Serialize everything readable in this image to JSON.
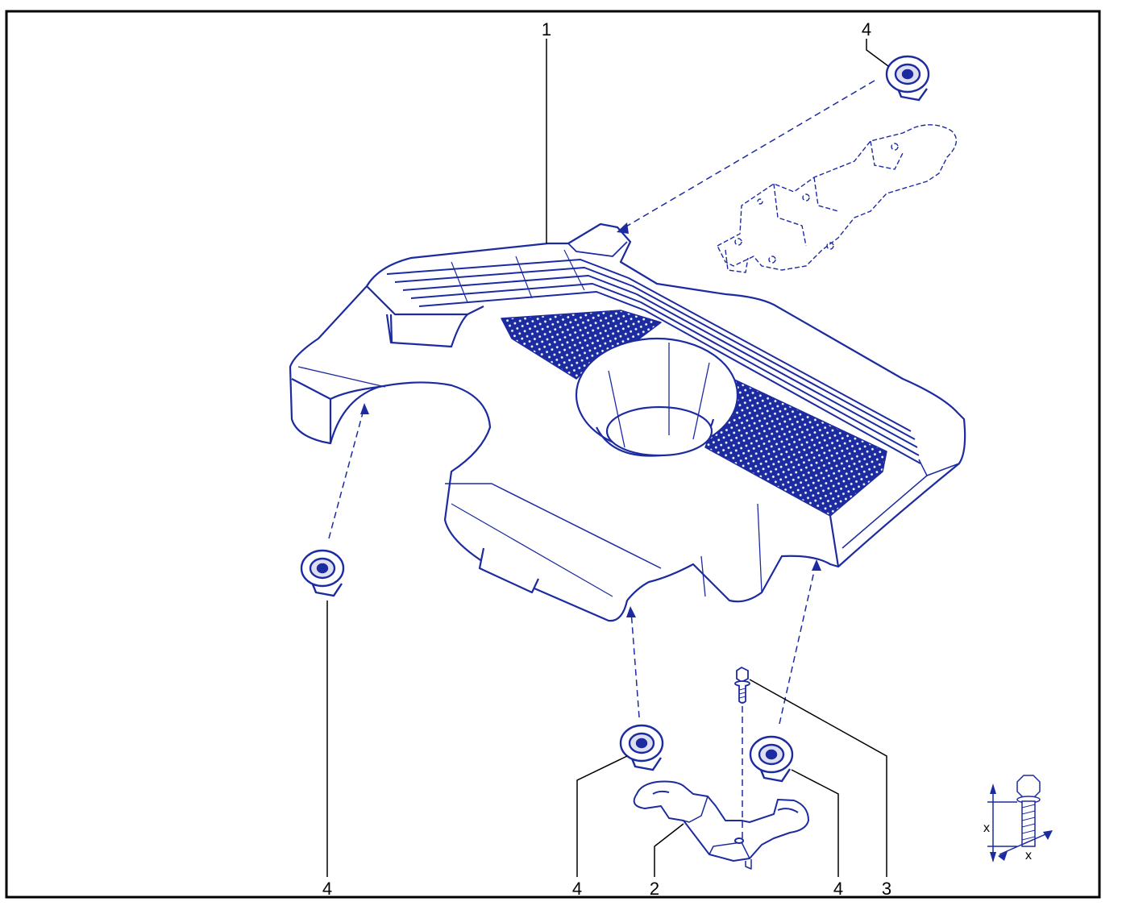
{
  "callouts": {
    "c1": "1",
    "c4_top": "4",
    "c4_left": "4",
    "c4_mid": "4",
    "c2": "2",
    "c4_right": "4",
    "c3": "3"
  },
  "torque_symbol": {
    "x_vertical": "x",
    "x_horizontal": "x"
  },
  "colors": {
    "part_line": "#1c2ba0",
    "part_fill": "#ffffff",
    "texture": "#2a3aa8",
    "frame": "#000000",
    "leader": "#000000"
  }
}
